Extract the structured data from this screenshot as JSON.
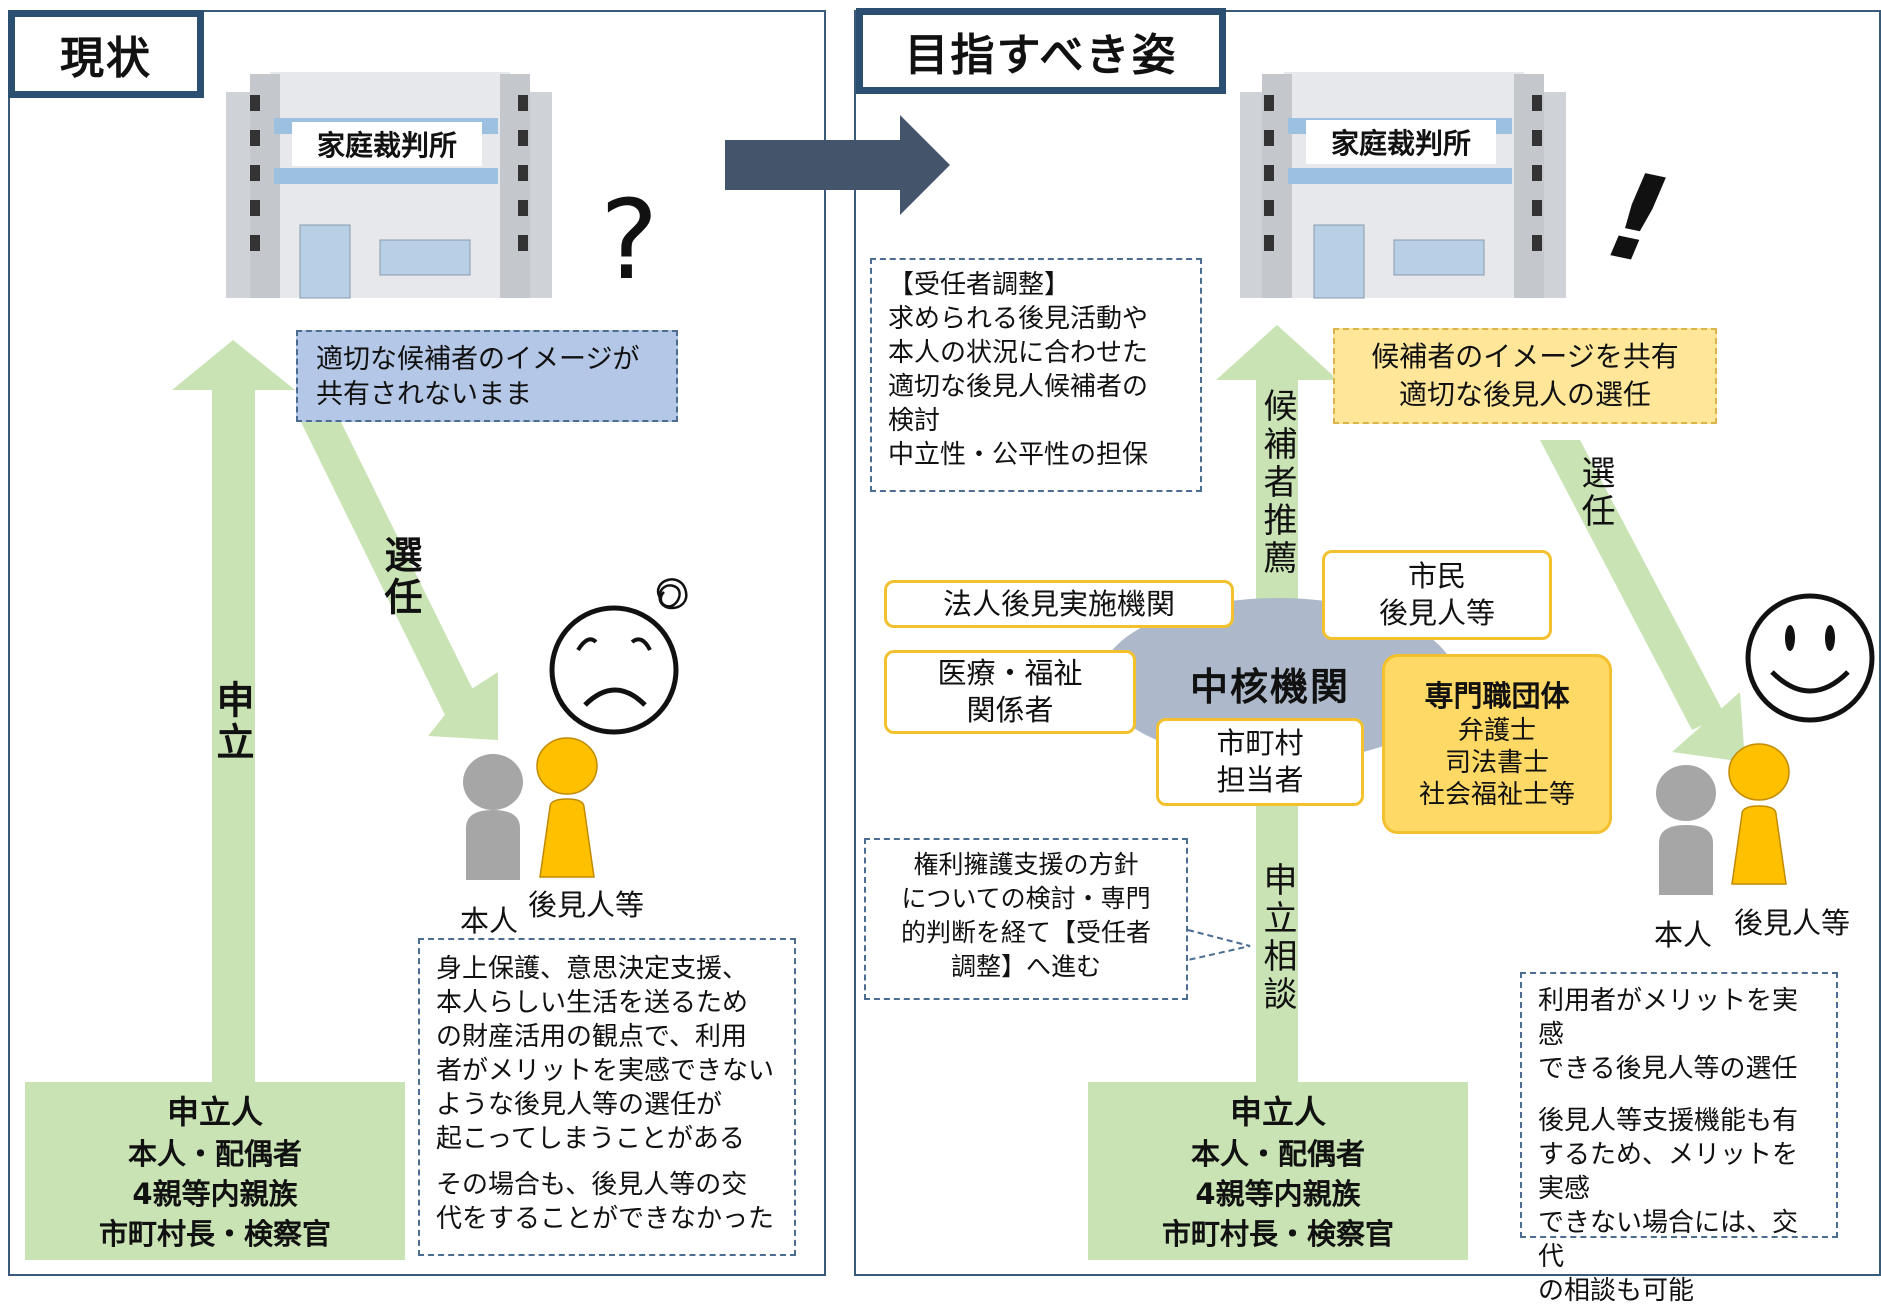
{
  "left": {
    "tab_title": "現状",
    "court_sign": "家庭裁判所",
    "question_mark": "?",
    "blue_note": [
      "適切な候補者のイメージが",
      "共有されないまま"
    ],
    "arrow_label_select": "選任",
    "arrow_label_petition": "申立",
    "person_label": "本人",
    "guardian_label": "後見人等",
    "petitioner_title": "申立人",
    "petitioner_lines": [
      "本人・配偶者",
      "4親等内親族",
      "市町村長・検察官"
    ],
    "problem_note": [
      "身上保護、意思決定支援、",
      "本人らしい生活を送るため",
      "の財産活用の観点で、利用",
      "者がメリットを実感できない",
      "ような後見人等の選任が",
      "起こってしまうことがある"
    ],
    "problem_note_2": [
      "その場合も、後見人等の交",
      "代をすることができなかった"
    ]
  },
  "right": {
    "tab_title": "目指すべき姿",
    "court_sign": "家庭裁判所",
    "exclaim_mark": "!",
    "coordination_note": [
      "【受任者調整】",
      "求められる後見活動や",
      "本人の状況に合わせた",
      "適切な後見人候補者の",
      "検討",
      "中立性・公平性の担保"
    ],
    "yellow_note": [
      "候補者のイメージを共有",
      "適切な後見人の選任"
    ],
    "arrow_label_recommend": "候補者推薦",
    "arrow_label_select": "選任",
    "arrow_label_consult": "申立相談",
    "core_label": "中核機関",
    "org_corporate": "法人後見実施機関",
    "org_medical": [
      "医療・福祉",
      "関係者"
    ],
    "org_citizen": [
      "市民",
      "後見人等"
    ],
    "org_municipal": [
      "市町村",
      "担当者"
    ],
    "org_professional_title": "専門職団体",
    "org_professional_lines": [
      "弁護士",
      "司法書士",
      "社会福祉士等"
    ],
    "policy_note": [
      "権利擁護支援の方針",
      "についての検討・専門",
      "的判断を経て【受任者",
      "調整】へ進む"
    ],
    "person_label": "本人",
    "guardian_label": "後見人等",
    "petitioner_title": "申立人",
    "petitioner_lines": [
      "本人・配偶者",
      "4親等内親族",
      "市町村長・検察官"
    ],
    "benefit_note": [
      "利用者がメリットを実感",
      "できる後見人等の選任"
    ],
    "benefit_note_2": [
      "後見人等支援機能も有",
      "するため、メリットを実感",
      "できない場合には、交代",
      "の相談も可能"
    ]
  },
  "colors": {
    "frame": "#2a4f70",
    "green": "#c9e3b4",
    "blue_note": "#b4c7e7",
    "yellow_note": "#ffe699",
    "gold": "#f3c02e",
    "orange_box": "#ffd966",
    "core_ellipse": "#adb9ca",
    "center_arrow": "#44546a",
    "person_gray": "#a6a6a6",
    "guardian_orange": "#ffc000"
  }
}
